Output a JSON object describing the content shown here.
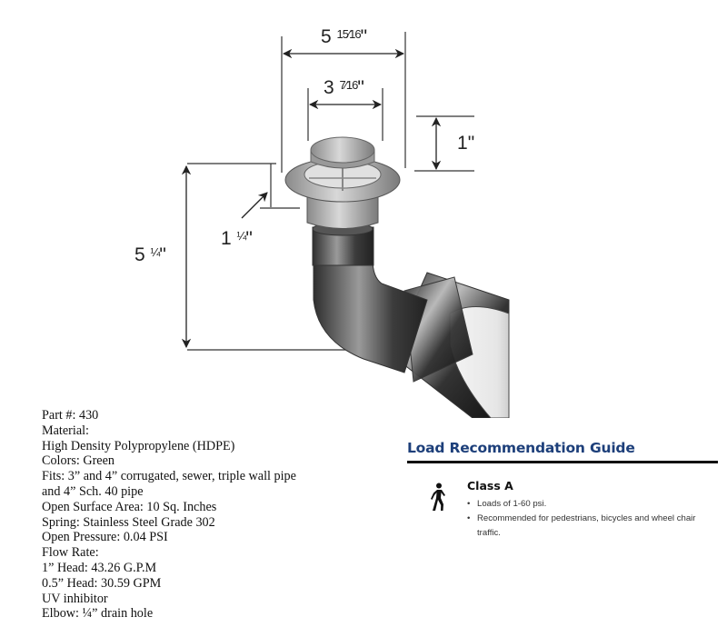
{
  "diagram": {
    "dimensions": {
      "overall_width": {
        "whole": "5",
        "fraction": "15⁄16",
        "unit": "\""
      },
      "top_width": {
        "whole": "3",
        "fraction": "7⁄16",
        "unit": "\""
      },
      "cap_height": {
        "whole": "1",
        "fraction": "",
        "unit": "\""
      },
      "rim_height": {
        "whole": "1",
        "fraction": "¼",
        "unit": "\""
      },
      "overall_height": {
        "whole": "5",
        "fraction": "¼",
        "unit": "\""
      }
    },
    "product_icon": "pop-up-drain-emitter-with-elbow",
    "colors": {
      "line": "#333333",
      "body_dark": "#3a3a3a",
      "body_light": "#bdbdbd"
    }
  },
  "specs": {
    "lines": [
      "Part #: 430",
      "Material:",
      "High Density Polypropylene (HDPE)",
      "Colors: Green",
      "Fits: 3” and 4” corrugated, sewer, triple wall pipe",
      "and 4” Sch. 40 pipe",
      "Open Surface Area: 10 Sq. Inches",
      "Spring: Stainless Steel Grade 302",
      "Open Pressure: 0.04 PSI",
      "Flow Rate:",
      "1” Head: 43.26  G.P.M",
      "0.5” Head: 30.59 GPM",
      "UV inhibitor",
      "Elbow: ¼” drain hole"
    ]
  },
  "load_guide": {
    "title": "Load Recommendation Guide",
    "title_color": "#1d3f7a",
    "classes": [
      {
        "icon": "pedestrian-icon",
        "name": "Class A",
        "bullets": [
          "Loads of 1-60 psi.",
          "Recommended for pedestrians, bicycles and wheel chair traffic."
        ]
      }
    ]
  }
}
